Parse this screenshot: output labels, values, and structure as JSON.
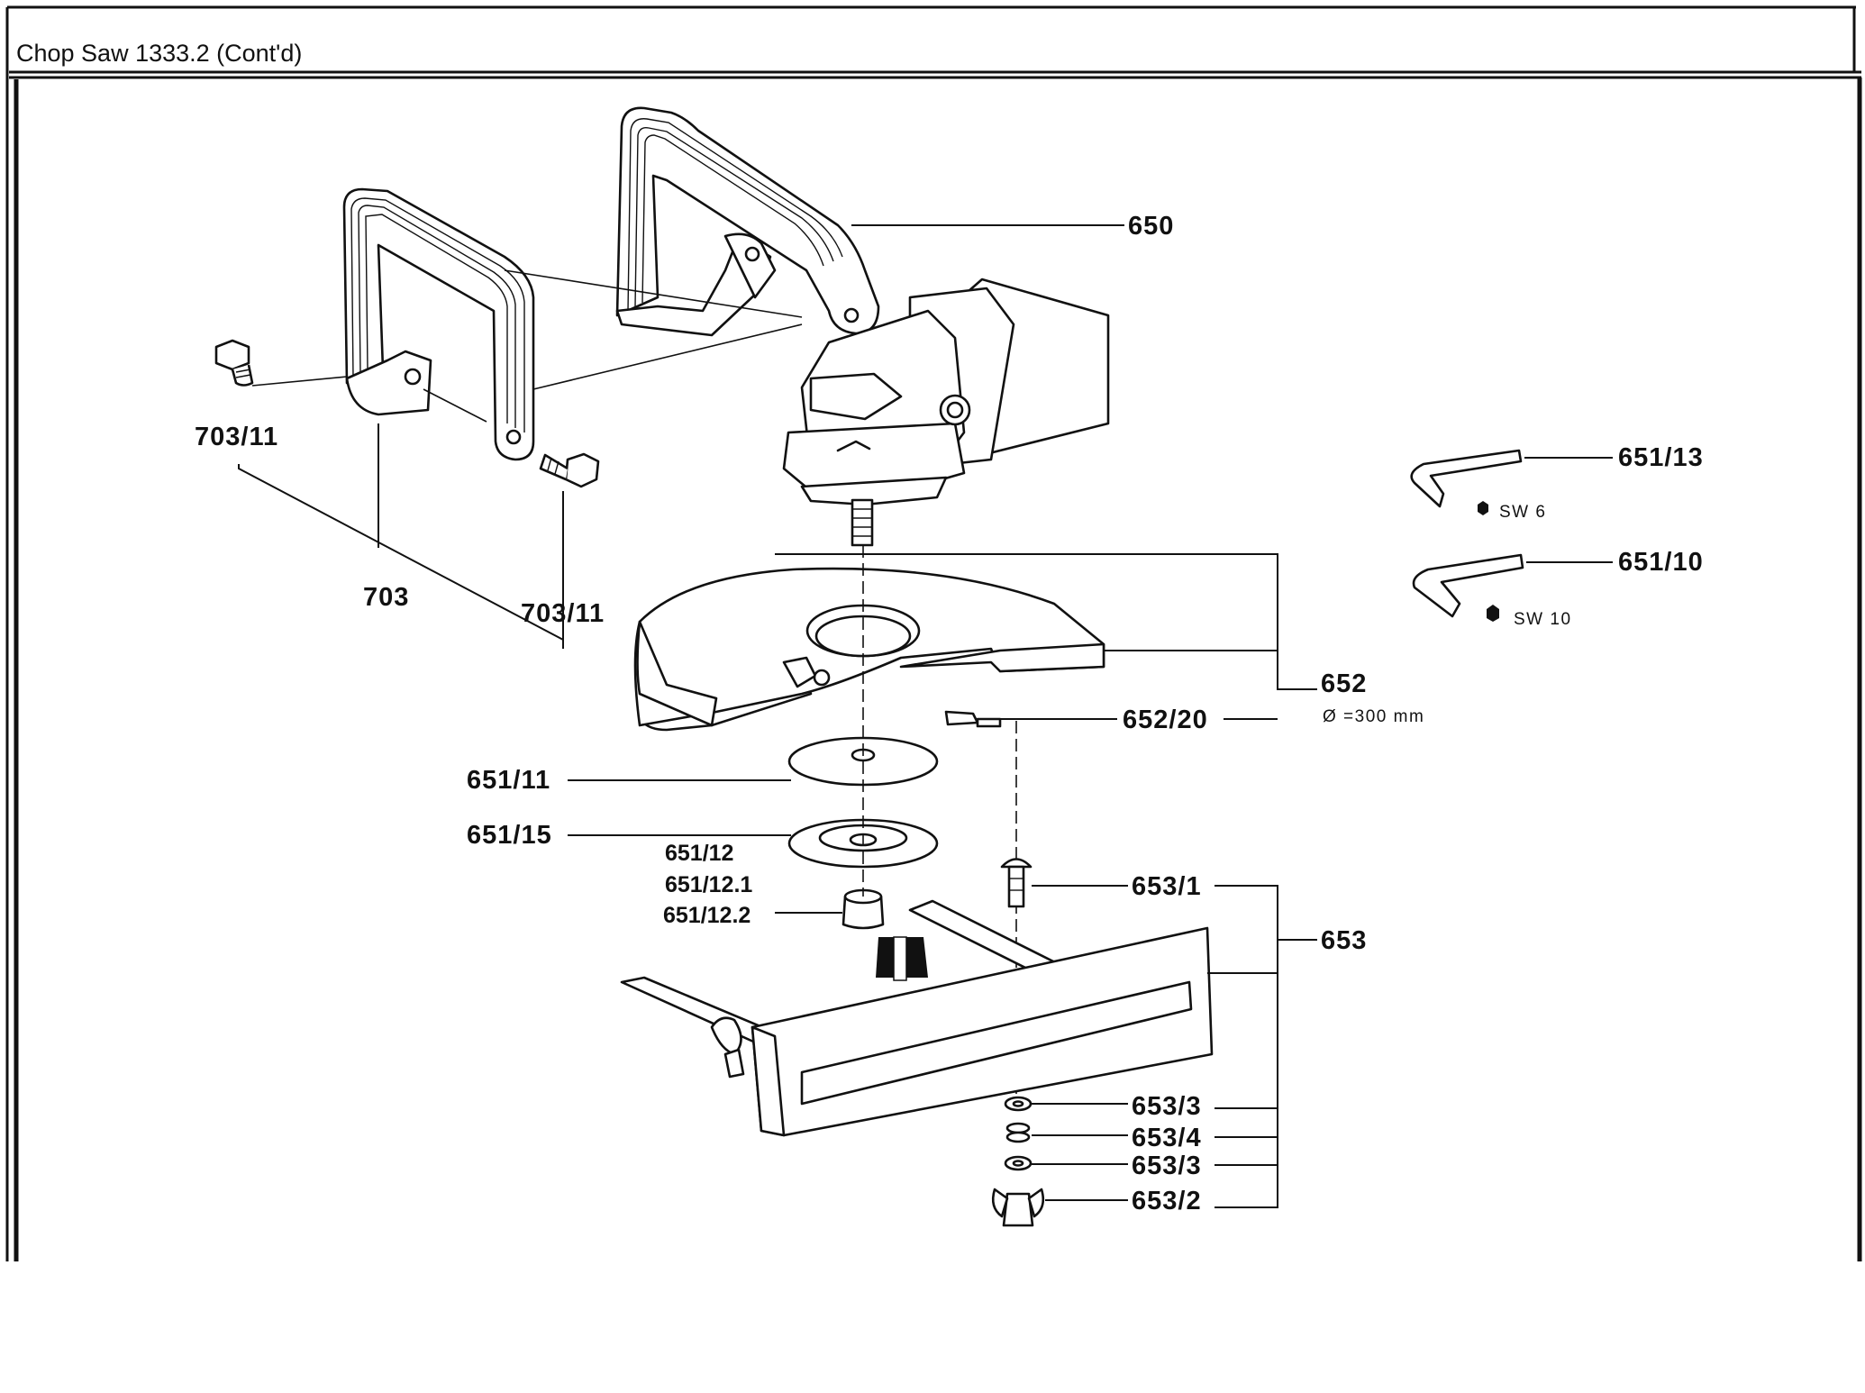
{
  "page": {
    "title": "Chop Saw 1333.2 (Cont'd)"
  },
  "labels": {
    "p650": "650",
    "p651_13": "651/13",
    "p651_10": "651/10",
    "p703_11_left": "703/11",
    "p703": "703",
    "p703_11_right": "703/11",
    "p652": "652",
    "p652_dia": "Ø =300 mm",
    "p652_20": "652/20",
    "p651_11": "651/11",
    "p651_15": "651/15",
    "p651_12": "651/12",
    "p651_12_1": "651/12.1",
    "p651_12_2": "651/12.2",
    "p653_1": "653/1",
    "p653": "653",
    "p653_3a": "653/3",
    "p653_4": "653/4",
    "p653_3b": "653/3",
    "p653_2": "653/2",
    "sw6": "SW 6",
    "sw10": "SW 10"
  }
}
